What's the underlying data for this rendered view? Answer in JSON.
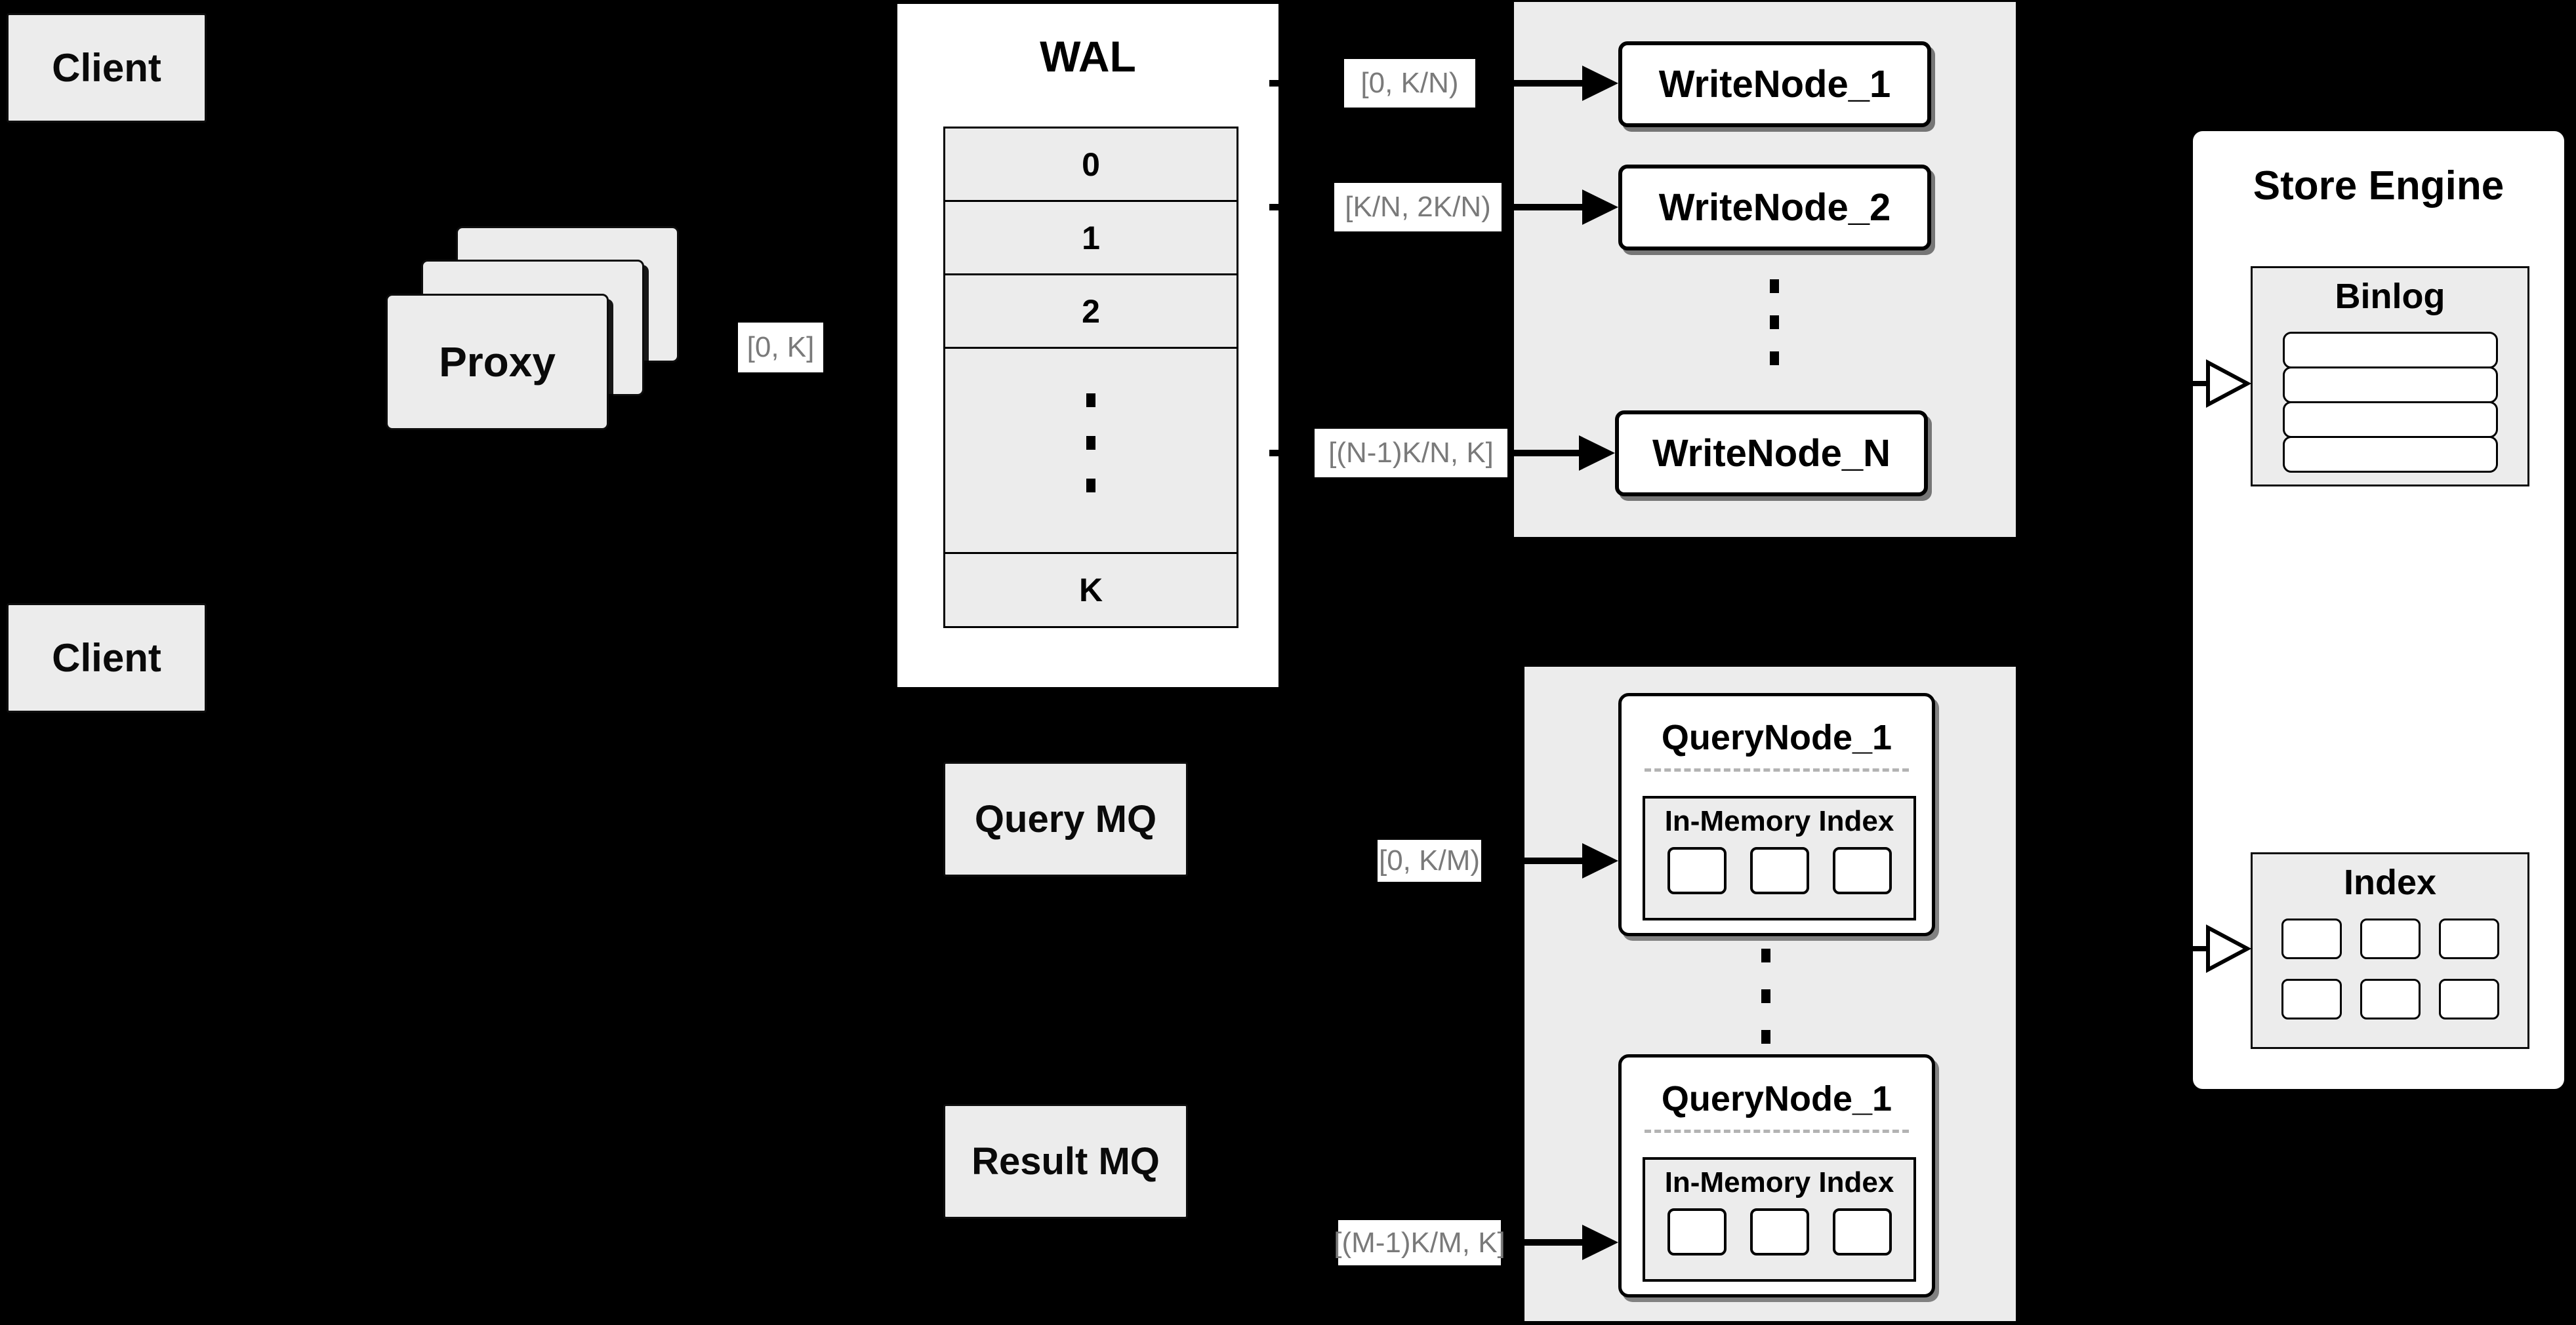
{
  "colors": {
    "background": "#000000",
    "panel_fill": "#ececec",
    "node_fill": "#ffffff",
    "border": "#000000",
    "label_text": "#7a7a7a"
  },
  "clients": {
    "top": "Client",
    "bottom": "Client"
  },
  "proxy": {
    "label": "Proxy"
  },
  "wal": {
    "title": "WAL",
    "segments": [
      "0",
      "1",
      "2"
    ],
    "last_segment": "K"
  },
  "write_nodes": {
    "node_1": "WriteNode_1",
    "node_2": "WriteNode_2",
    "node_n": "WriteNode_N"
  },
  "query_nodes": {
    "top": {
      "title": "QueryNode_1",
      "index_title": "In-Memory Index"
    },
    "bottom": {
      "title": "QueryNode_1",
      "index_title": "In-Memory Index"
    }
  },
  "message_queues": {
    "query": "Query MQ",
    "result": "Result MQ"
  },
  "store_engine": {
    "title": "Store Engine",
    "binlog_title": "Binlog",
    "index_title": "Index"
  },
  "range_labels": {
    "proxy_to_wal": "[0, K]",
    "wal_to_write_node_1": "[0, K/N)",
    "wal_to_write_node_2": "[K/N, 2K/N)",
    "wal_to_write_node_n": "[(N-1)K/N, K]",
    "to_query_node_first": "[0, K/M)",
    "to_query_node_last": "[(M-1)K/M, K]"
  }
}
